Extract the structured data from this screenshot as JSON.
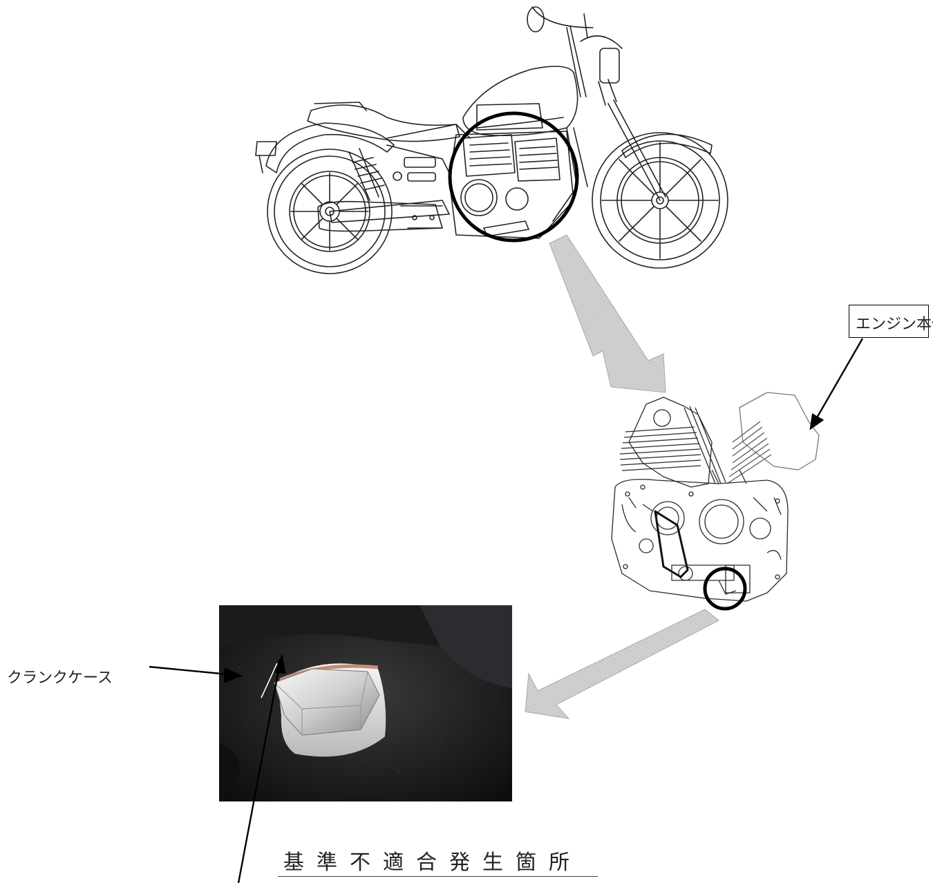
{
  "labels": {
    "engine_body": "エンジン本体",
    "crankcase": "クランクケース",
    "fault_location": "基準不適合発生箇所"
  },
  "colors": {
    "line": "#000000",
    "arrow_fill": "#d0d0d0",
    "arrow_hatch": "#b8b8b8",
    "highlight_ring": "#000000",
    "photo_dark": "#1c1c1c",
    "bolt_silver": "#d8d8d8"
  },
  "icons": {
    "motorcycle": "motorcycle-line-drawing",
    "engine": "v-twin-engine-line-drawing",
    "photo": "drain-bolt-photo"
  }
}
